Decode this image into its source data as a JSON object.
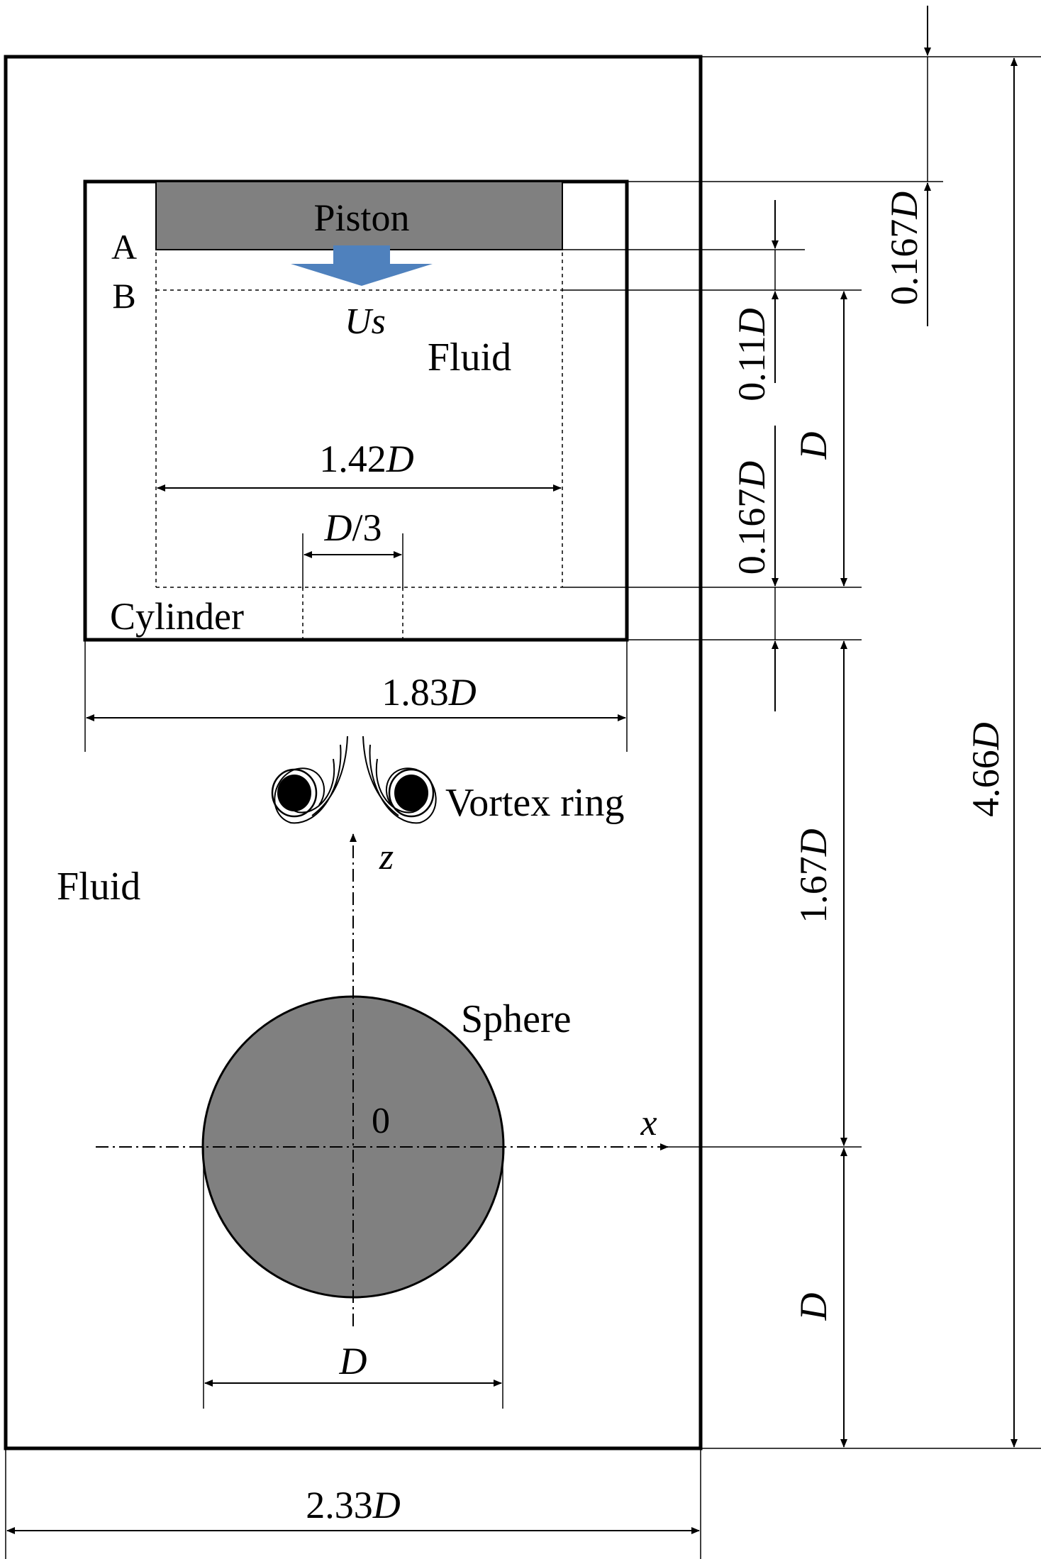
{
  "labels": {
    "piston": "Piston",
    "point_a": "A",
    "point_b": "B",
    "velocity": "Us",
    "fluid_inner": "Fluid",
    "fluid_outer": "Fluid",
    "cylinder": "Cylinder",
    "vortex_ring": "Vortex ring",
    "sphere": "Sphere",
    "origin": "0",
    "axis_x": "x",
    "axis_z": "z"
  },
  "dimensions": {
    "piston_width": {
      "num": "1.42",
      "unit": "D"
    },
    "nozzle_width": {
      "num": "D",
      "unit": "/3"
    },
    "cylinder_width": {
      "num": "1.83",
      "unit": "D"
    },
    "sphere_diameter": {
      "num": "",
      "unit": "D"
    },
    "domain_width": {
      "num": "2.33",
      "unit": "D"
    },
    "domain_height": {
      "num": "4.66",
      "unit": "D"
    },
    "top_gap": {
      "num": "0.167",
      "unit": "D"
    },
    "stroke_ab": {
      "num": "0.11",
      "unit": "D"
    },
    "bottom_gap": {
      "num": "0.167",
      "unit": "D"
    },
    "fluid_height": {
      "num": "",
      "unit": "D"
    },
    "cylinder_to_center": {
      "num": "1.67",
      "unit": "D"
    },
    "center_to_bottom": {
      "num": "",
      "unit": "D"
    }
  },
  "colors": {
    "gray_fill": "#808080",
    "arrow_blue": "#4f81bd",
    "line": "#000000"
  }
}
